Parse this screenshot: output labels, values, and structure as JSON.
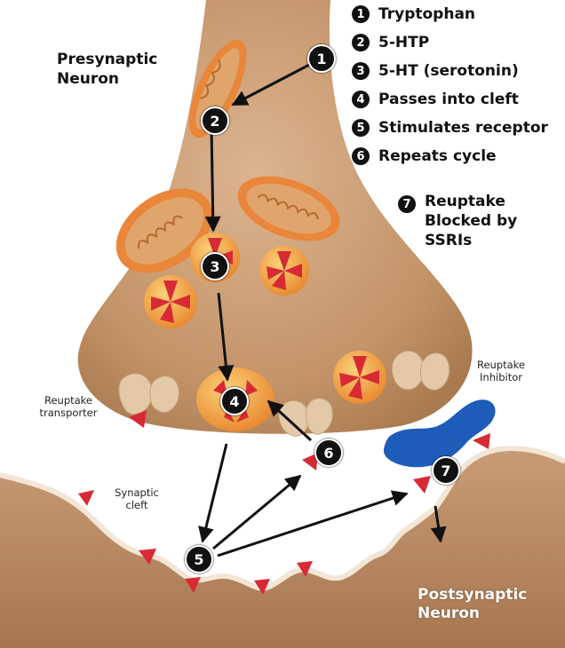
{
  "legend": [
    {
      "num": "1",
      "text": "Tryptophan"
    },
    {
      "num": "2",
      "text": "5-HTP"
    },
    {
      "num": "3",
      "text": "5-HT (serotonin)"
    },
    {
      "num": "4",
      "text": "Passes into cleft"
    },
    {
      "num": "5",
      "text": "Stimulates receptor"
    },
    {
      "num": "6",
      "text": "Repeats cycle"
    },
    {
      "num": "7",
      "text": "Reuptake Blocked by SSRIs"
    }
  ],
  "labels": {
    "presynaptic": "Presynaptic Neuron",
    "postsynaptic": "Postsynaptic Neuron",
    "reuptake_transporter": "Reuptake transporter",
    "reuptake_inhibitor": "Reuptake Inhibitor",
    "synaptic_cleft": "Synaptic cleft"
  },
  "colors": {
    "neuron": "#c89a72",
    "mitochondria": "#e9863a",
    "vesicle": "#f2a23c",
    "serotonin": "#d82a34",
    "inhibitor": "#1d5cb8",
    "step_marker": "#111111"
  }
}
